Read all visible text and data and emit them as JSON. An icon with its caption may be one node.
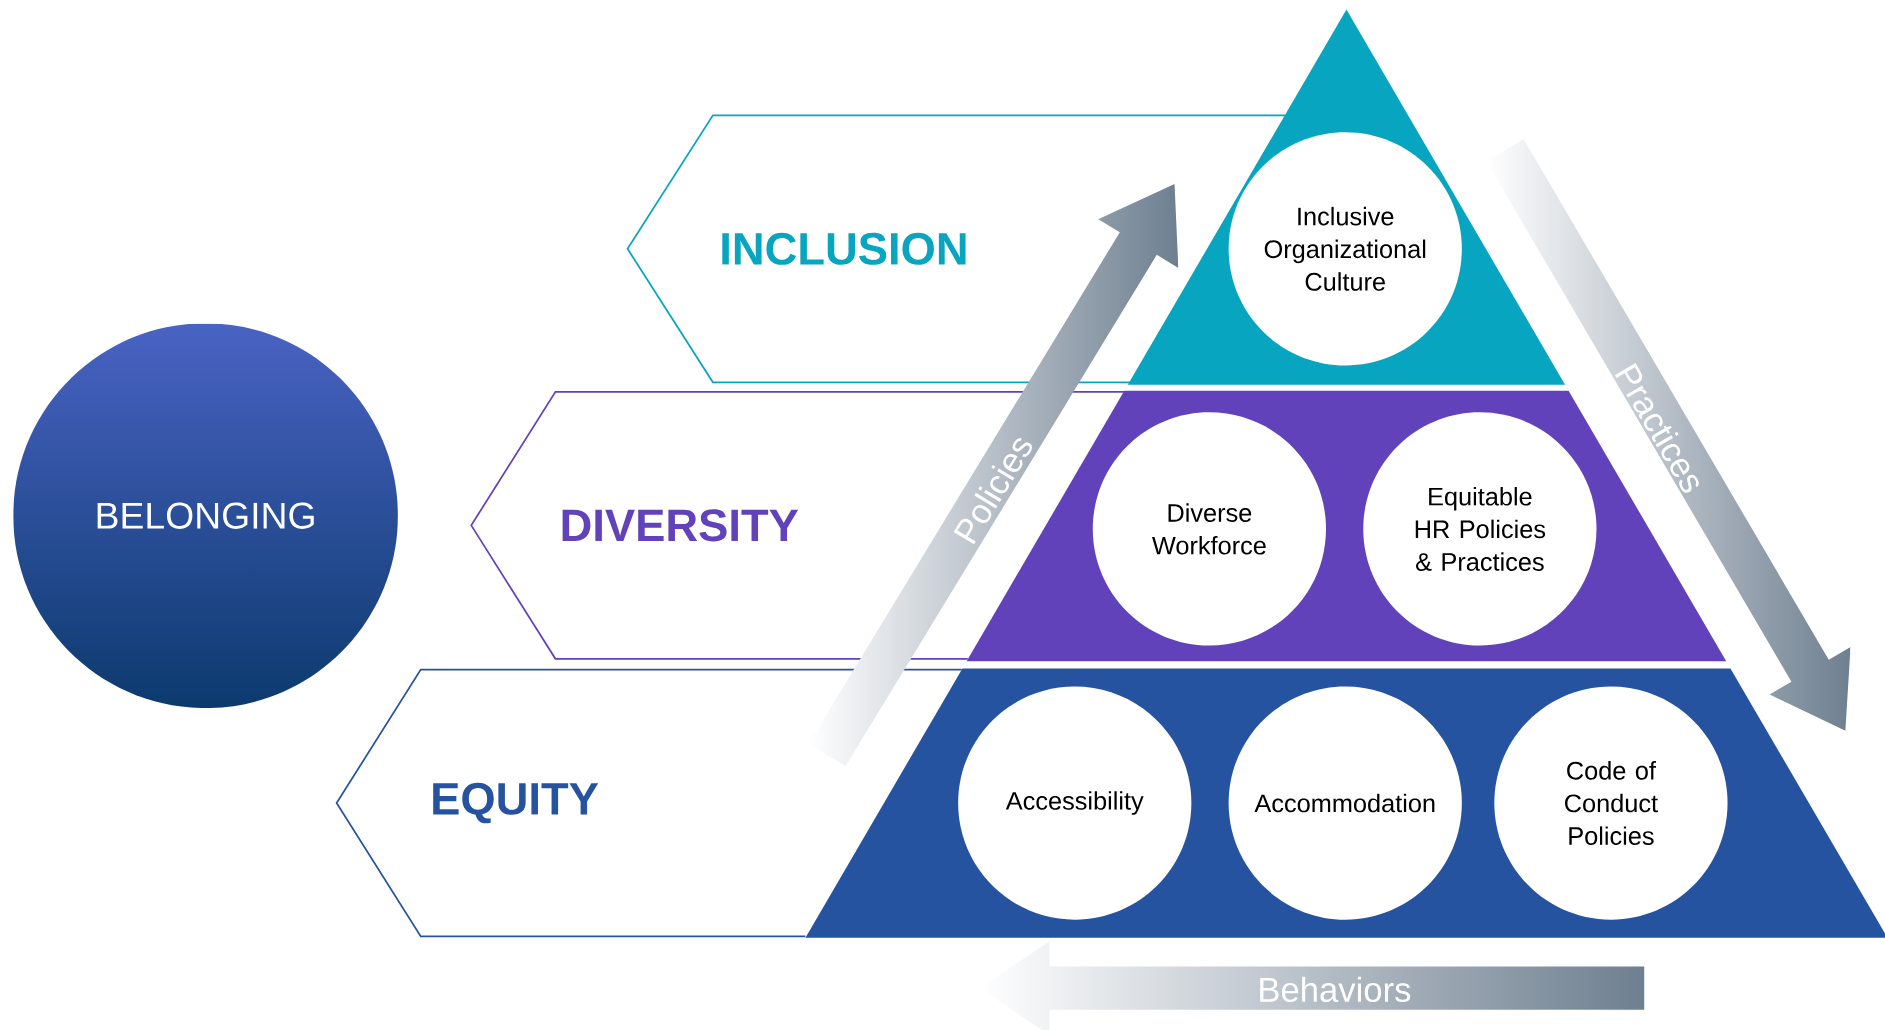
{
  "diagram": {
    "nodes": [
      {
        "text": [
          "BELONGING"
        ]
      },
      {
        "text": [
          "INCLUSION"
        ]
      },
      {
        "text": [],
        "shape": "triangle"
      },
      {
        "text": [
          "Inclusive Organizational Culture"
        ],
        "in": 2
      },
      {
        "text": [
          "DIVERSITY"
        ]
      },
      {
        "text": [],
        "shape": "trapezoid"
      },
      {
        "text": [
          "Diverse Workforce"
        ],
        "in": 5
      },
      {
        "text": [
          "Equitable HR Policies & Practices"
        ],
        "in": 5
      },
      {
        "text": [
          "EQUITY"
        ]
      },
      {
        "text": [],
        "shape": "trapezoid"
      },
      {
        "text": [
          "Accessibility"
        ],
        "in": 9
      },
      {
        "text": [
          "Accommodation"
        ],
        "in": 9
      },
      {
        "text": [
          "Code of Conduct Policies"
        ],
        "in": 9
      }
    ],
    "labels": [
      "Policies",
      "Practices",
      "Behaviors"
    ]
  }
}
